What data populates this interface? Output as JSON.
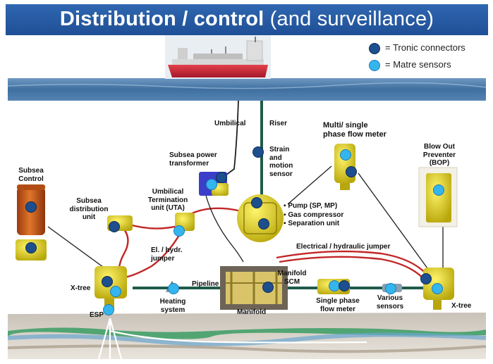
{
  "title": {
    "bold": "Distribution / control",
    "normal": " (and surveillance)"
  },
  "legend": [
    {
      "label": "= Tronic connectors",
      "icon": "dark-blue-dot",
      "color": "#1d4f8e"
    },
    {
      "label": "= Matre sensors",
      "icon": "light-blue-dot",
      "color": "#35b5ee"
    }
  ],
  "labels": {
    "umbilical": "Umbilical",
    "riser": "Riser",
    "multi_phase_1": "Multi/ single",
    "multi_phase_2": "phase flow meter",
    "bop_1": "Blow Out",
    "bop_2": "Preventer",
    "bop_3": "(BOP)",
    "subsea_control_1": "Subsea",
    "subsea_control_2": "Control",
    "power_tx_1": "Subsea power",
    "power_tx_2": "transformer",
    "strain_1": "Strain",
    "strain_2": "and",
    "strain_3": "motion",
    "strain_4": "sensor",
    "sdu_1": "Subsea",
    "sdu_2": "distribution",
    "sdu_3": "unit",
    "uta_1": "Umbilical",
    "uta_2": "Termination",
    "uta_3": "unit (UTA)",
    "jumper_1": "El. / hydr.",
    "jumper_2": "jumper",
    "elec_hyd_jumper": "Electrical / hydraulic jumper",
    "manifold_scm_1": "Manifold",
    "manifold_scm_2": "SCM",
    "xtree_left": "X-tree",
    "xtree_right": "X-tree",
    "pipeline": "Pipeline",
    "heating_1": "Heating",
    "heating_2": "system",
    "esp": "ESP",
    "manifold": "Manifold",
    "single_phase_1": "Single phase",
    "single_phase_2": "flow meter",
    "various_1": "Various",
    "various_2": "sensors"
  },
  "module_functions": [
    "Pump (SP, MP)",
    "Gas compressor",
    "Separation unit"
  ],
  "colors": {
    "title_bar": "#1f4f96",
    "sea": "#3a6d9c",
    "seabed": "#b9b3aa",
    "equipment_yellow": "#e8d81c",
    "control_orange": "#c8561a",
    "cable_red": "#c22727",
    "pipeline_green": "#1f5b4a"
  }
}
